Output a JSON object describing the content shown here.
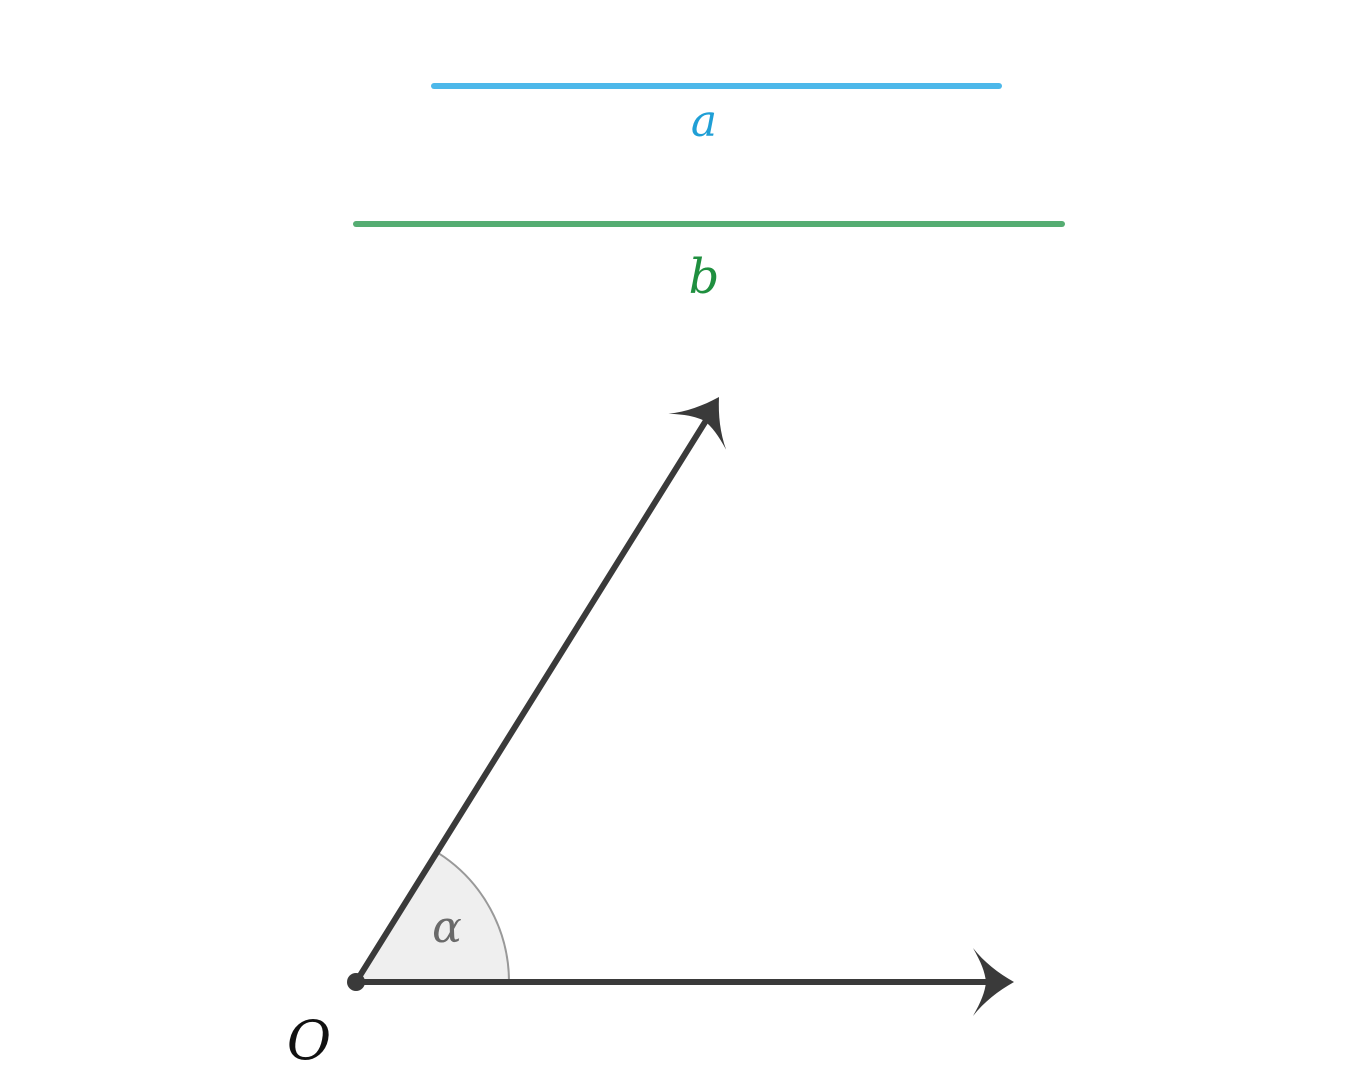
{
  "segments": [
    {
      "label": "a",
      "color": "#4db8ea",
      "label_color": "#1f9fd6"
    },
    {
      "label": "b",
      "color": "#55ad72",
      "label_color": "#1f8f3f"
    }
  ],
  "angle": {
    "vertex_label": "O",
    "angle_label": "α",
    "ray_color": "#3a3a3a",
    "sector_fill": "#efefef",
    "sector_stroke": "#999999",
    "angle_label_color": "#6a6a6a"
  }
}
